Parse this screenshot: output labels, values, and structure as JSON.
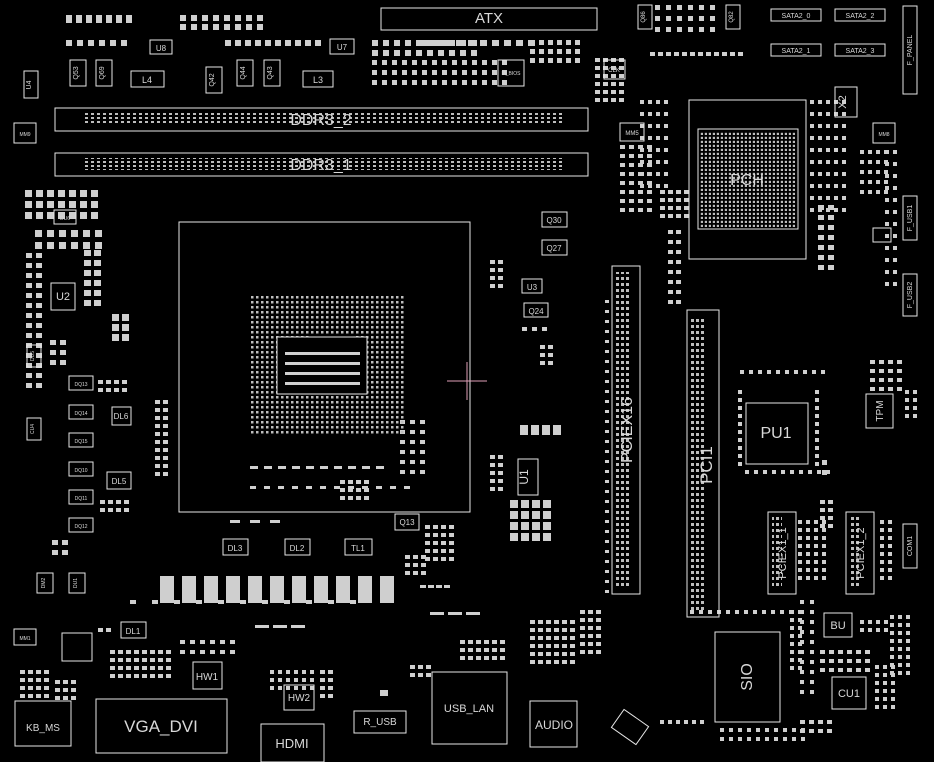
{
  "colors": {
    "background": "#000000",
    "outline": "#e6e6e6",
    "pad": "#cfcfcf",
    "label": "#d8d8d8",
    "cursor": "#e0a0b8"
  },
  "labels": {
    "atx": "ATX",
    "ddr3_2": "DDR3_2",
    "ddr3_1": "DDR3_1",
    "pch": "PCH",
    "pciex16": "PCIEX16",
    "pci1": "PCI1",
    "pu1": "PU1",
    "sio": "SIO",
    "pciex1_1": "PCIEX1_1",
    "pciex1_2": "PCIEX1_2",
    "tpm": "TPM",
    "bu": "BU",
    "cu1": "CU1",
    "vga_dvi": "VGA_DVI",
    "hdmi": "HDMI",
    "hw1": "HW1",
    "hw2": "HW2",
    "r_usb": "R_USB",
    "usb_lan": "USB_LAN",
    "audio": "AUDIO",
    "kb_ms": "KB_MS",
    "sata2_0": "SATA2_0",
    "sata2_1": "SATA2_1",
    "sata2_2": "SATA2_2",
    "sata2_3": "SATA2_3",
    "f_panel": "F_PANEL",
    "x2": "X2",
    "cpu_u1": "U1",
    "u2": "U2",
    "u3": "U3",
    "u4": "U4",
    "u7": "U7",
    "u8": "U8",
    "l3": "L3",
    "l4": "L4",
    "dl1": "DL1",
    "dl2": "DL2",
    "dl3": "DL3",
    "dl5": "DL5",
    "dl6": "DL6",
    "tl1": "TL1",
    "q13": "Q13",
    "q24": "Q24",
    "q27": "Q27",
    "q30": "Q30",
    "q42": "Q42",
    "q43": "Q43",
    "q44": "Q44",
    "q53": "Q53",
    "q69": "Q69",
    "q82": "Q82",
    "q86": "Q86",
    "clk": "CLK",
    "m_bios": "M_BIOS",
    "f_usb1": "F_USB1",
    "f_usb2": "F_USB2",
    "com1": "COM1",
    "mm1": "MM1",
    "mm5": "MM5",
    "mm8": "MM8",
    "mm9": "MM9",
    "dq10": "DQ10",
    "dq11": "DQ11",
    "dq12": "DQ12",
    "dq13": "DQ13",
    "dq14": "DQ14",
    "dq15": "DQ15",
    "du5": "DU5",
    "du6": "DU6",
    "du1": "DU1",
    "cu4": "CU4",
    "dm2": "DM2"
  }
}
